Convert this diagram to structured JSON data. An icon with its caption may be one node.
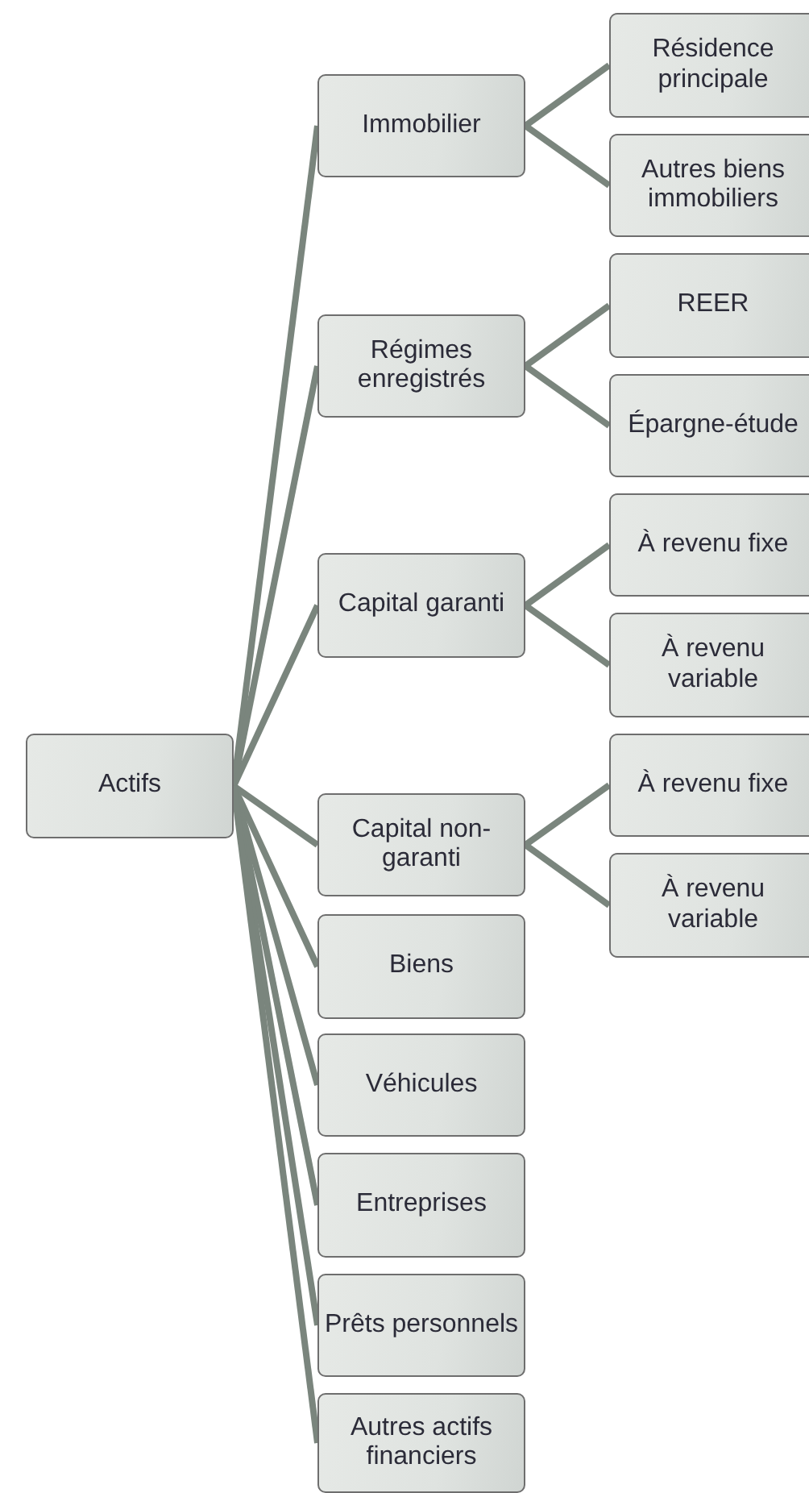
{
  "diagram": {
    "nodes": [
      {
        "text": [
          "Actifs"
        ]
      },
      {
        "text": [
          "Immobilier"
        ]
      },
      {
        "text": [
          "Résidence principale"
        ]
      },
      {
        "text": [
          "Autres biens immobiliers"
        ]
      },
      {
        "text": [
          "Régimes enregistrés"
        ]
      },
      {
        "text": [
          "REER"
        ]
      },
      {
        "text": [
          "Épargne-étude"
        ]
      },
      {
        "text": [
          "Capital garanti"
        ]
      },
      {
        "text": [
          "À revenu fixe"
        ]
      },
      {
        "text": [
          "À revenu variable"
        ]
      },
      {
        "text": [
          "Capital non-garanti"
        ]
      },
      {
        "text": [
          "À revenu fixe"
        ]
      },
      {
        "text": [
          "À revenu variable"
        ]
      },
      {
        "text": [
          "Biens"
        ]
      },
      {
        "text": [
          "Véhicules"
        ]
      },
      {
        "text": [
          "Entreprises"
        ]
      },
      {
        "text": [
          "Prêts personnels"
        ]
      },
      {
        "text": [
          "Autres actifs financiers"
        ]
      }
    ],
    "edges": [
      {
        "from": 0,
        "to": 1,
        "arrow": "none"
      },
      {
        "from": 0,
        "to": 4,
        "arrow": "none"
      },
      {
        "from": 0,
        "to": 7,
        "arrow": "none"
      },
      {
        "from": 0,
        "to": 10,
        "arrow": "none"
      },
      {
        "from": 0,
        "to": 13,
        "arrow": "none"
      },
      {
        "from": 0,
        "to": 14,
        "arrow": "none"
      },
      {
        "from": 0,
        "to": 15,
        "arrow": "none"
      },
      {
        "from": 0,
        "to": 16,
        "arrow": "none"
      },
      {
        "from": 0,
        "to": 17,
        "arrow": "none"
      },
      {
        "from": 1,
        "to": 2,
        "arrow": "none"
      },
      {
        "from": 1,
        "to": 3,
        "arrow": "none"
      },
      {
        "from": 4,
        "to": 5,
        "arrow": "none"
      },
      {
        "from": 4,
        "to": 6,
        "arrow": "none"
      },
      {
        "from": 7,
        "to": 8,
        "arrow": "none"
      },
      {
        "from": 7,
        "to": 9,
        "arrow": "none"
      },
      {
        "from": 10,
        "to": 11,
        "arrow": "none"
      },
      {
        "from": 10,
        "to": 12,
        "arrow": "none"
      }
    ]
  }
}
